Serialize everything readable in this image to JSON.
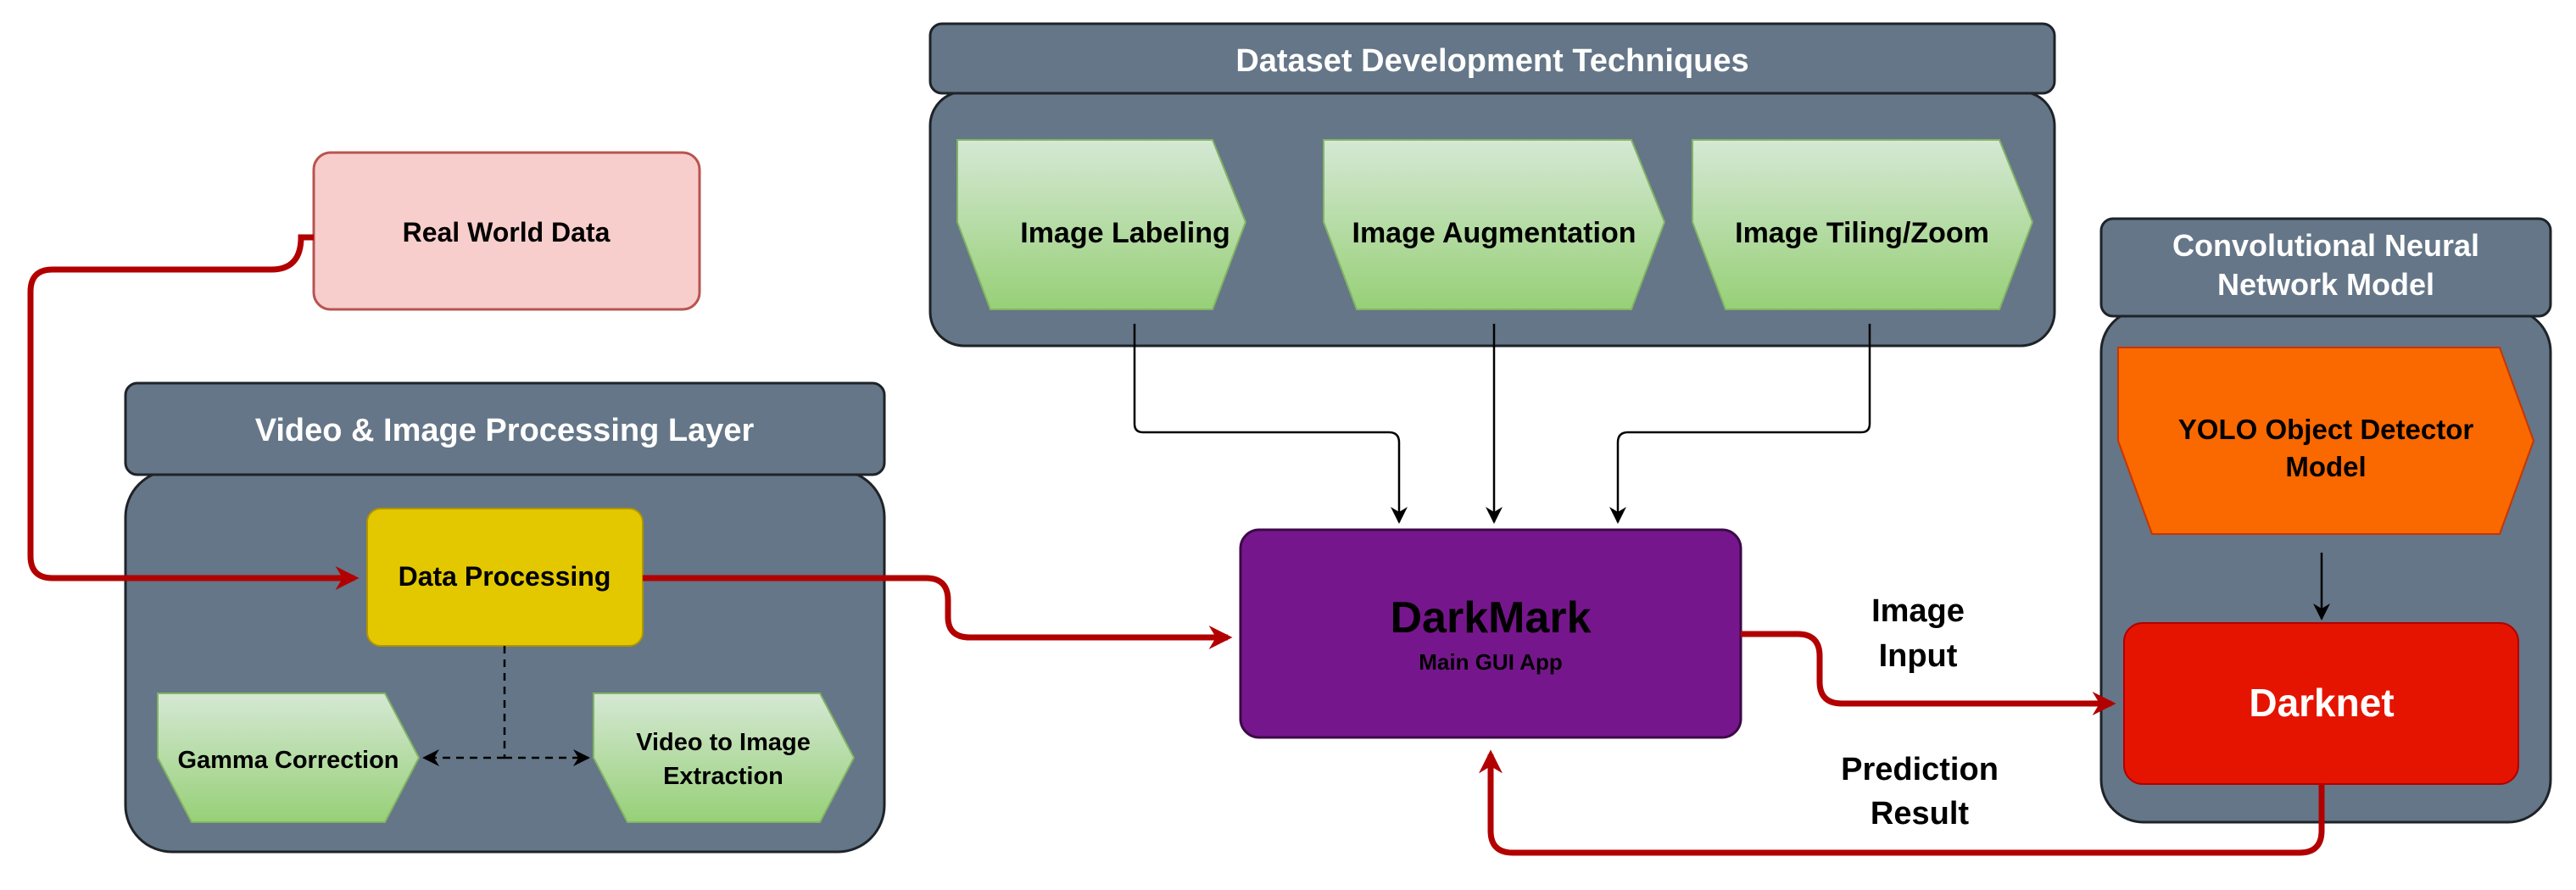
{
  "colors": {
    "panel": "#647687",
    "panel_stroke": "#1e2328",
    "arrow_red": "#b20000",
    "arrow_black": "#000000",
    "real_world_fill": "#f8cecc",
    "real_world_stroke": "#b85450",
    "processing_fill": "#e3c800",
    "green_top": "#d5e8d4",
    "green_bottom": "#97d077",
    "purple_fill": "#76168c",
    "orange_fill": "#fa6800",
    "red_fill": "#e51400"
  },
  "dataset_panel": {
    "title": "Dataset Development Techniques",
    "items": [
      "Image Labeling",
      "Image Augmentation",
      "Image Tiling/Zoom"
    ]
  },
  "real_world": {
    "label": "Real World Data"
  },
  "video_panel": {
    "title": "Video & Image Processing Layer",
    "data_processing": "Data Processing",
    "gamma": "Gamma Correction",
    "extraction": [
      "Video to Image",
      "Extraction"
    ]
  },
  "darkmark": {
    "title": "DarkMark",
    "subtitle": "Main GUI App"
  },
  "cnn_panel": {
    "title": [
      "Convolutional Neural",
      "Network Model"
    ],
    "yolo": [
      "YOLO Object Detector",
      "Model"
    ],
    "darknet": "Darknet"
  },
  "edge_labels": {
    "image_input": [
      "Image",
      "Input"
    ],
    "prediction_result": [
      "Prediction",
      "Result"
    ]
  }
}
